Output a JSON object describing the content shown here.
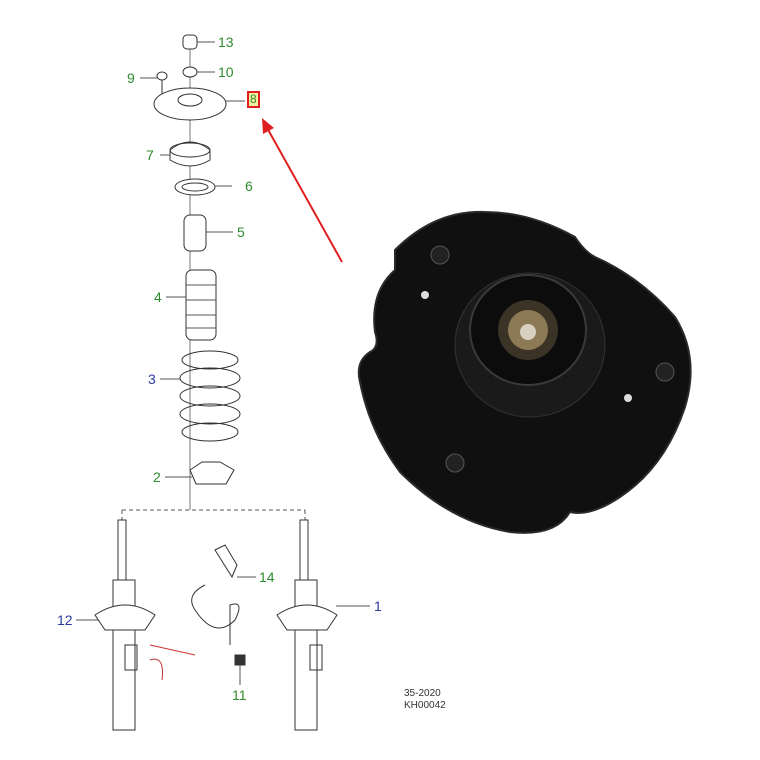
{
  "callouts": [
    {
      "id": "13",
      "color": "green"
    },
    {
      "id": "10",
      "color": "green"
    },
    {
      "id": "9",
      "color": "green"
    },
    {
      "id": "8",
      "color": "green",
      "highlighted": true
    },
    {
      "id": "7",
      "color": "green"
    },
    {
      "id": "6",
      "color": "green"
    },
    {
      "id": "5",
      "color": "green"
    },
    {
      "id": "4",
      "color": "green"
    },
    {
      "id": "3",
      "color": "blue"
    },
    {
      "id": "2",
      "color": "green"
    },
    {
      "id": "14",
      "color": "green"
    },
    {
      "id": "12",
      "color": "blue"
    },
    {
      "id": "1",
      "color": "blue"
    },
    {
      "id": "11",
      "color": "green"
    }
  ],
  "reference": {
    "line1": "35-2020",
    "line2": "KH00042"
  },
  "colors": {
    "green": "#2e8b2e",
    "blue": "#2a3a9c",
    "highlight": "#e02020",
    "part": "#111111"
  }
}
